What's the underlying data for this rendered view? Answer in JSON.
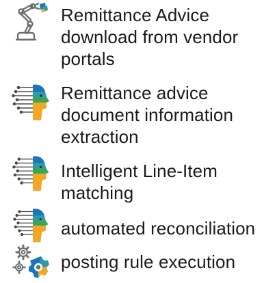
{
  "items": [
    {
      "icon": "robot-arm-icon",
      "lines": [
        "Remittance Advice",
        "download from vendor",
        "portals"
      ]
    },
    {
      "icon": "ai-head-icon",
      "lines": [
        "Remittance advice",
        "document information",
        "extraction"
      ]
    },
    {
      "icon": "ai-head-icon",
      "lines": [
        "Intelligent Line-Item",
        "matching"
      ]
    },
    {
      "icon": "ai-head-icon",
      "lines": [
        "automated reconciliation"
      ]
    },
    {
      "icon": "gears-icon",
      "lines": [
        "posting rule execution"
      ]
    }
  ],
  "colors": {
    "teal": "#2e9bab",
    "orange": "#f5a623",
    "green": "#3aa655",
    "blue": "#1b75bb",
    "gray": "#6d6e71"
  }
}
